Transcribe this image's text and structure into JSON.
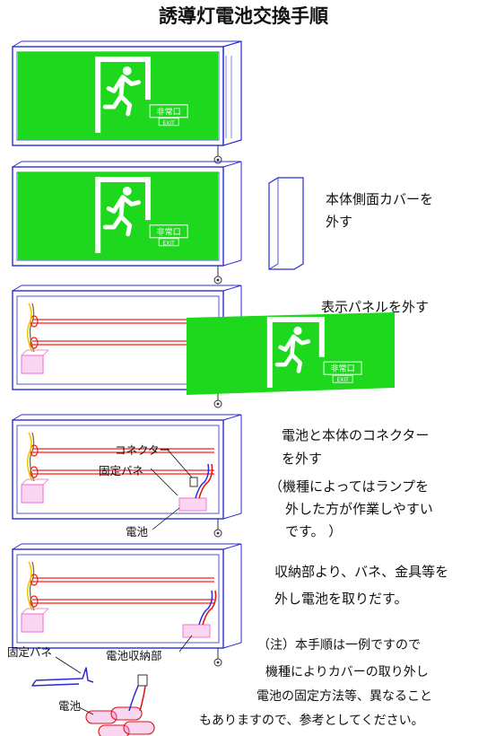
{
  "title": "誘導灯電池交換手順",
  "sign": {
    "label": "非常口",
    "exit": "EXIT",
    "green": "#1ed81e"
  },
  "steps": {
    "s2": [
      "本体側面カバーを",
      "外す"
    ],
    "s3": "表示パネルを外す",
    "s4": [
      "電池と本体のコネクター",
      "を外す"
    ],
    "s4_note": [
      "（機種によってはランプを",
      "外した方が作業しやすい",
      "です。 ）"
    ],
    "s5": [
      "収納部より、バネ、金具等を",
      "外し電池を取りだす。"
    ]
  },
  "labels": {
    "connector": "コネクター",
    "spring": "固定バネ",
    "battery": "電池",
    "spring2": "固定バネ",
    "storage": "電池収納部",
    "battery2": "電池"
  },
  "note": [
    "（注）本手順は一例ですので",
    "機種によりカバーの取り外し",
    "電池の固定方法等、異なること",
    "もありますので、参考としてください。"
  ],
  "colors": {
    "outline": "#2b2bd6",
    "lamp": "#ff1a1a",
    "battery": "#f28ad6"
  }
}
